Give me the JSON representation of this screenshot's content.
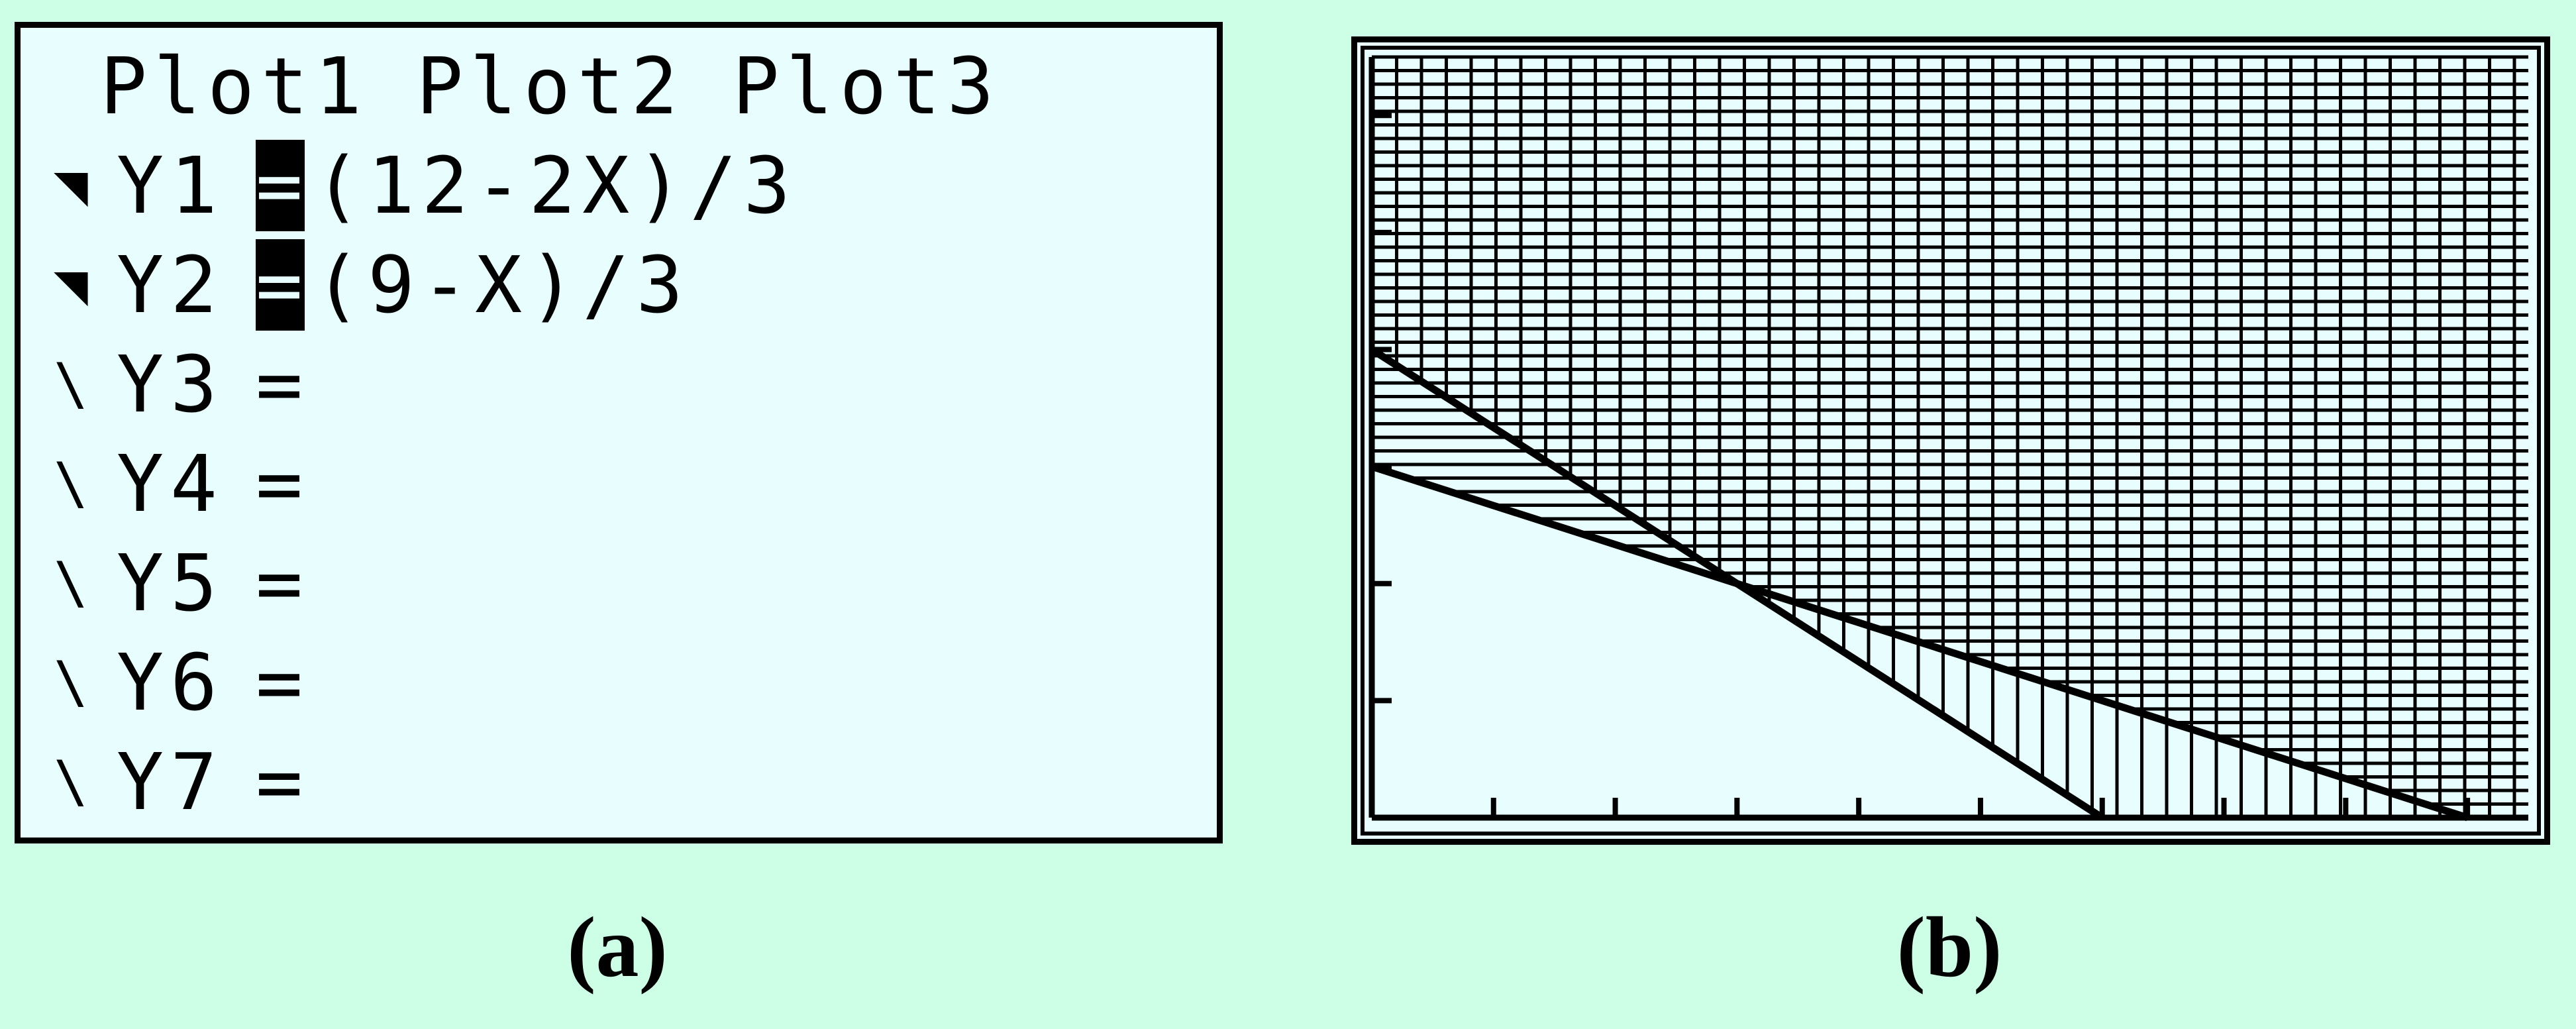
{
  "y_editor": {
    "plots": [
      "Plot1",
      "Plot2",
      "Plot3"
    ],
    "functions": [
      {
        "name": "Y1",
        "marker": "◥",
        "selected": true,
        "expr": "(12-2X)/3"
      },
      {
        "name": "Y2",
        "marker": "◥",
        "selected": true,
        "expr": "(9-X)/3"
      },
      {
        "name": "Y3",
        "marker": "\\",
        "selected": false,
        "expr": ""
      },
      {
        "name": "Y4",
        "marker": "\\",
        "selected": false,
        "expr": ""
      },
      {
        "name": "Y5",
        "marker": "\\",
        "selected": false,
        "expr": ""
      },
      {
        "name": "Y6",
        "marker": "\\",
        "selected": false,
        "expr": ""
      },
      {
        "name": "Y7",
        "marker": "\\",
        "selected": false,
        "expr": ""
      }
    ],
    "equals": "="
  },
  "captions": {
    "a": "(a)",
    "b": "(b)"
  },
  "graph": {
    "xmin": 0,
    "xmax": 9.5,
    "ymin": 0,
    "ymax": 6.5,
    "xscl": 1,
    "yscl": 1,
    "shade_y1": "above",
    "shade_y2": "above"
  },
  "colors": {
    "background": "#ccffe5",
    "screen": "#e8fefe",
    "ink": "#000000"
  }
}
